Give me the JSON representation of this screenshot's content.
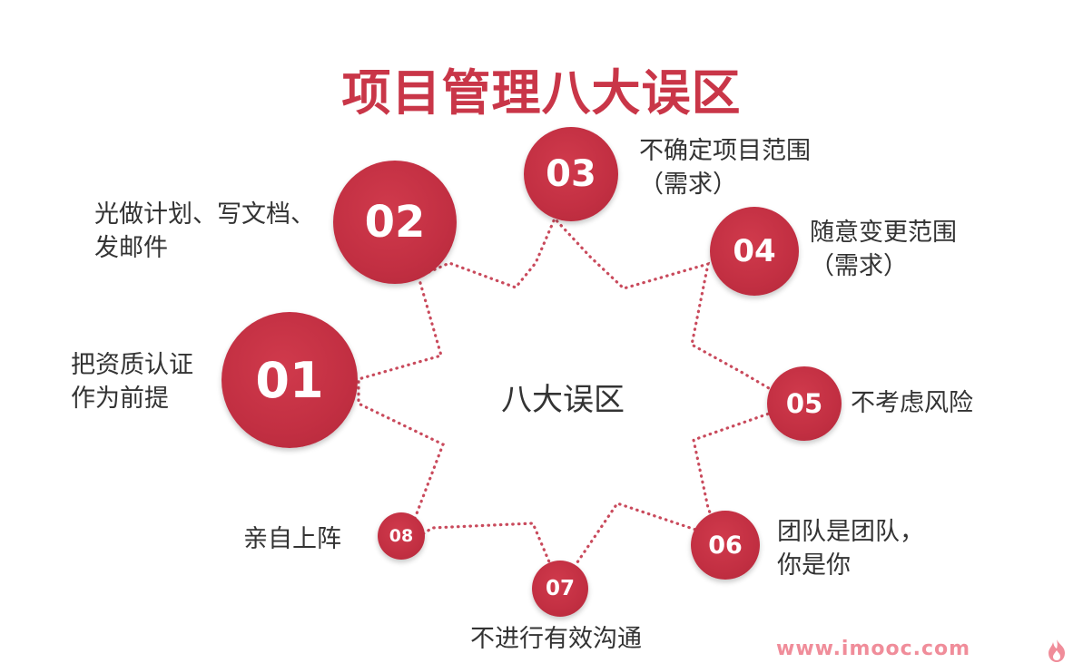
{
  "title": "项目管理八大误区",
  "center": "八大误区",
  "items": [
    {
      "num": "01",
      "line1": "把资质认证",
      "line2": "作为前提"
    },
    {
      "num": "02",
      "line1": "光做计划、写文档、",
      "line2": "发邮件"
    },
    {
      "num": "03",
      "line1": "不确定项目范围",
      "line2": "（需求）"
    },
    {
      "num": "04",
      "line1": "随意变更范围",
      "line2": "（需求）"
    },
    {
      "num": "05",
      "line1": "不考虑风险",
      "line2": ""
    },
    {
      "num": "06",
      "line1": "团队是团队，",
      "line2": "你是你"
    },
    {
      "num": "07",
      "line1": "不进行有效沟通",
      "line2": ""
    },
    {
      "num": "08",
      "line1": "亲自上阵",
      "line2": ""
    }
  ],
  "watermark": "www.imooc.com",
  "colors": {
    "accent": "#c93648",
    "dots": "#c94a5c",
    "text": "#333333",
    "watermark": "#f08d9a"
  },
  "icons": [
    "flame-logo-icon"
  ]
}
